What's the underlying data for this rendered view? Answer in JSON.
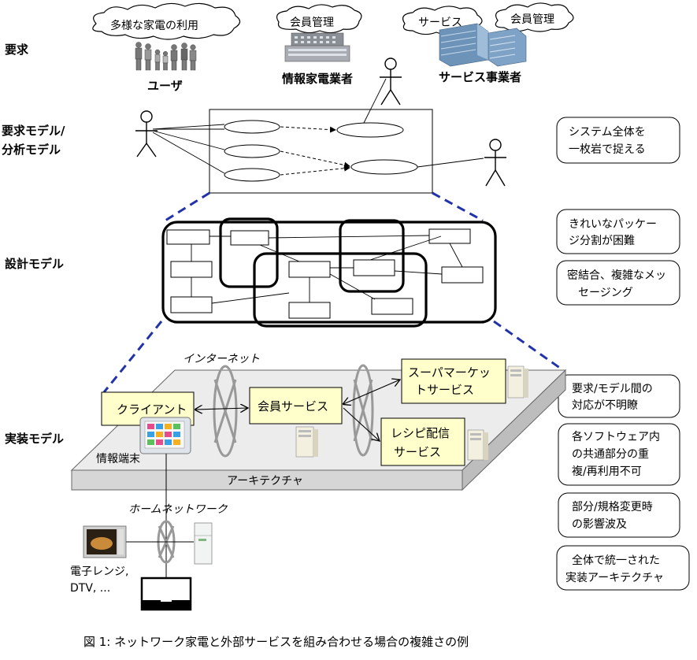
{
  "levels": {
    "requirements": "要求",
    "req_model_line1": "要求モデル/",
    "req_model_line2": "分析モデル",
    "design_model": "設計モデル",
    "impl_model": "実装モデル"
  },
  "clouds": {
    "diverse_appliances": "多様な家電の利用",
    "member_mgmt_1": "会員管理",
    "service": "サービス",
    "member_mgmt_2": "会員管理"
  },
  "actors": {
    "user": "ユーザ",
    "appliance_vendor": "情報家電業者",
    "service_provider": "サービス事業者"
  },
  "notes": {
    "system_whole_1": "システム全体を",
    "system_whole_2": "一枚岩で捉える",
    "package_1": "きれいなパッケー",
    "package_2": "ジ分割が困難",
    "coupling_1": "密結合、複雑なメッ",
    "coupling_2": "セージング",
    "mapping_1": "要求/モデル間の",
    "mapping_2": "対応が不明瞭",
    "shared_1": "各ソフトウェア内",
    "shared_2": "の共通部分の重",
    "shared_3": "複/再利用不可",
    "change_1": "部分/規格変更時",
    "change_2": "の影響波及",
    "unified_1": "全体で統一された",
    "unified_2": "実装アーキテクチャ"
  },
  "impl": {
    "internet": "インターネット",
    "client": "クライアント",
    "info_terminal": "情報端末",
    "member_service": "会員サービス",
    "supermarket_1": "スーパマーケッ",
    "supermarket_2": "トサービス",
    "recipe_1": "レシピ配信",
    "recipe_2": "サービス",
    "architecture": "アーキテクチャ",
    "home_network": "ホームネットワーク",
    "appliances_1": "電子レンジ,",
    "appliances_2": "DTV, ..."
  },
  "caption": "図 1:  ネットワーク家電と外部サービスを組み合わせる場合の複雑さの例"
}
